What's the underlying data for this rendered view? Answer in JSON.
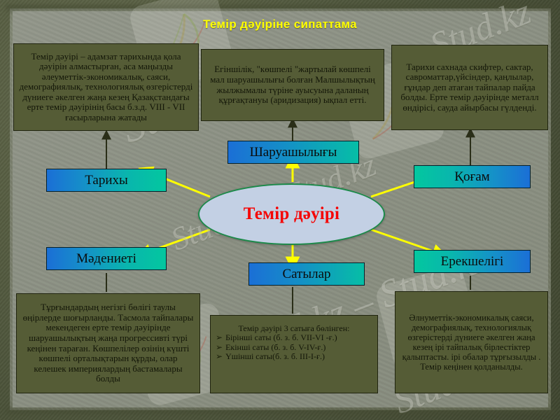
{
  "title": "Темір дәуіріне сипаттама",
  "center": {
    "label": "Темір дәуірі",
    "fill": "#c3d0e4",
    "border": "#1c8a4a",
    "text_color": "#f50404"
  },
  "accent": {
    "title_color": "#ffff00",
    "arrow_color": "#ffff00",
    "node_blue": "#1b6fd6",
    "node_teal": "#03c79f",
    "infobox_fill": "#555c36"
  },
  "nodes": [
    {
      "id": "tarihy",
      "label": "Тарихы"
    },
    {
      "id": "sharuashy",
      "label": "Шаруашылығы"
    },
    {
      "id": "qogam",
      "label": "Қоғам"
    },
    {
      "id": "madenieti",
      "label": "Мәдениеті"
    },
    {
      "id": "satylar",
      "label": "Сатылар"
    },
    {
      "id": "erekshelig",
      "label": "Ерекшелігі"
    }
  ],
  "infoboxes": {
    "top_left": {
      "text": "Темір дәуірі – адамзат тарихында қола дәуірін алмастырған, аса маңызды әлеуметтік-экономикалық, саяси, демографиялық, технологиялық өзгерістерді дүниеге әкелген жаңа кезең Қазақстандағы ерте темір дәуірінің басы б.з.д. VIII - VII ғасырларына жатады"
    },
    "top_center": {
      "text": "Егіншілік, \"көшпелі \"жартылай көшпелі мал шаруашылығы болған Малшылықтың жылжымалы түріне ауысуына даланың құрғақтануы (аридизация) ықпал етті."
    },
    "top_right": {
      "text": "Тарихи сахнада скифтер, сактар, савроматтар,үйсіндер, қаңлылар, ғұндар деп атаған тайпалар пайда болды. Ерте темір дәуірінде металл өндірісі, сауда айырбасы гүлденді."
    },
    "bottom_left": {
      "text": "Тұрғындардың негізгі бөлігі таулы өңірлерде шоғырланды. Тасмола тайпалары мекендеген ерте темір дәуірінде шаруашылықтың жаңа прогрессивті түрі кеңінен тараған. Көшпелілер өзінің күшті көшпелі орталықтарын құрды, олар келешек империялардың бастамалары болды"
    },
    "bottom_center": {
      "heading": "Темір дәуірі 3 сатыға бөлінген:",
      "stages": [
        "Бірінші саты (б. з. б. VII-VI -ғ.)",
        "Екінші саты (б. з. б. V-IV-ғ.)",
        "Үшінші  саты(б. з. б. III-I-ғ.)"
      ],
      "bullet_glyph": "➢"
    },
    "bottom_right": {
      "text": "Әлнуметтік-экономикалық саяси, демографиялық, технологиялық  өзгерістерді дүниеге әкелген жаңа кезең ірі тайпалық бірлестіктер қалыптасты. ірі обалар тұрғызылды . Темір кеңінен қолданылды."
    }
  },
  "watermarks": {
    "w1": "Stud.kz",
    "w2": "Stud.kz – Stud.kz",
    "w3": "Stud.kz – Stud.kz",
    "w4": "Stud.kz",
    "w5": "Stud.kz"
  }
}
